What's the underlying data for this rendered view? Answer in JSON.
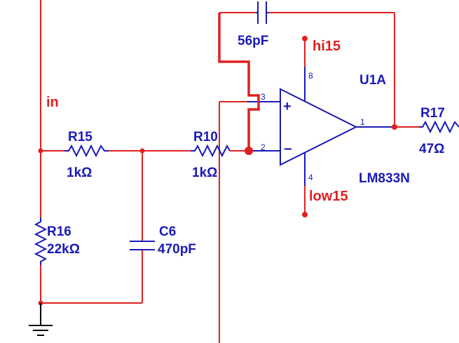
{
  "schematic": {
    "nets": {
      "input": "in",
      "positive_supply": "hi15",
      "negative_supply": "low15"
    },
    "components": {
      "r15": {
        "ref": "R15",
        "value": "1kΩ"
      },
      "r10": {
        "ref": "R10",
        "value": "1kΩ"
      },
      "r16": {
        "ref": "R16",
        "value": "22kΩ"
      },
      "r17": {
        "ref": "R17",
        "value": "47Ω"
      },
      "c6": {
        "ref": "C6",
        "value": "470pF"
      },
      "c_feedback": {
        "value": "56pF"
      },
      "opamp": {
        "ref": "U1A",
        "part": "LM833N"
      }
    },
    "opamp_pins": {
      "non_inverting": "3",
      "inverting": "2",
      "output": "1",
      "v_plus": "8",
      "v_minus": "4",
      "plus_sign": "+",
      "minus_sign": "−"
    }
  },
  "colors": {
    "wire": "#e02020",
    "component": "#1a1ab8",
    "label": "#1a1ab8",
    "net_label": "#e02020",
    "ground": "#000000"
  }
}
